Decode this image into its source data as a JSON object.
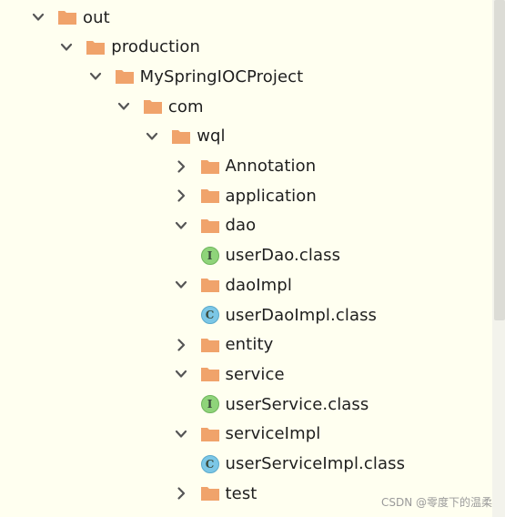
{
  "tree": {
    "items": [
      {
        "label": "out",
        "type": "folder",
        "depth": 0,
        "expanded": true
      },
      {
        "label": "production",
        "type": "folder",
        "depth": 1,
        "expanded": true
      },
      {
        "label": "MySpringIOCProject",
        "type": "folder",
        "depth": 2,
        "expanded": true
      },
      {
        "label": "com",
        "type": "folder",
        "depth": 3,
        "expanded": true
      },
      {
        "label": "wql",
        "type": "folder",
        "depth": 4,
        "expanded": true
      },
      {
        "label": "Annotation",
        "type": "folder",
        "depth": 5,
        "expanded": false
      },
      {
        "label": "application",
        "type": "folder",
        "depth": 5,
        "expanded": false
      },
      {
        "label": "dao",
        "type": "folder",
        "depth": 5,
        "expanded": true
      },
      {
        "label": "userDao.class",
        "type": "interface",
        "depth": 6,
        "icon_letter": "I"
      },
      {
        "label": "daoImpl",
        "type": "folder",
        "depth": 5,
        "expanded": true
      },
      {
        "label": "userDaoImpl.class",
        "type": "class",
        "depth": 6,
        "icon_letter": "C"
      },
      {
        "label": "entity",
        "type": "folder",
        "depth": 5,
        "expanded": false
      },
      {
        "label": "service",
        "type": "folder",
        "depth": 5,
        "expanded": true
      },
      {
        "label": "userService.class",
        "type": "interface",
        "depth": 6,
        "icon_letter": "I"
      },
      {
        "label": "serviceImpl",
        "type": "folder",
        "depth": 5,
        "expanded": true
      },
      {
        "label": "userServiceImpl.class",
        "type": "class",
        "depth": 6,
        "icon_letter": "C"
      },
      {
        "label": "test",
        "type": "folder",
        "depth": 5,
        "expanded": false
      }
    ]
  },
  "watermark": "CSDN @零度下的温柔",
  "colors": {
    "background": "#fffff0",
    "folder": "#f0a36b",
    "arrow": "#555555",
    "interface_icon": "#8fd47a",
    "class_icon": "#7cc7e6"
  }
}
